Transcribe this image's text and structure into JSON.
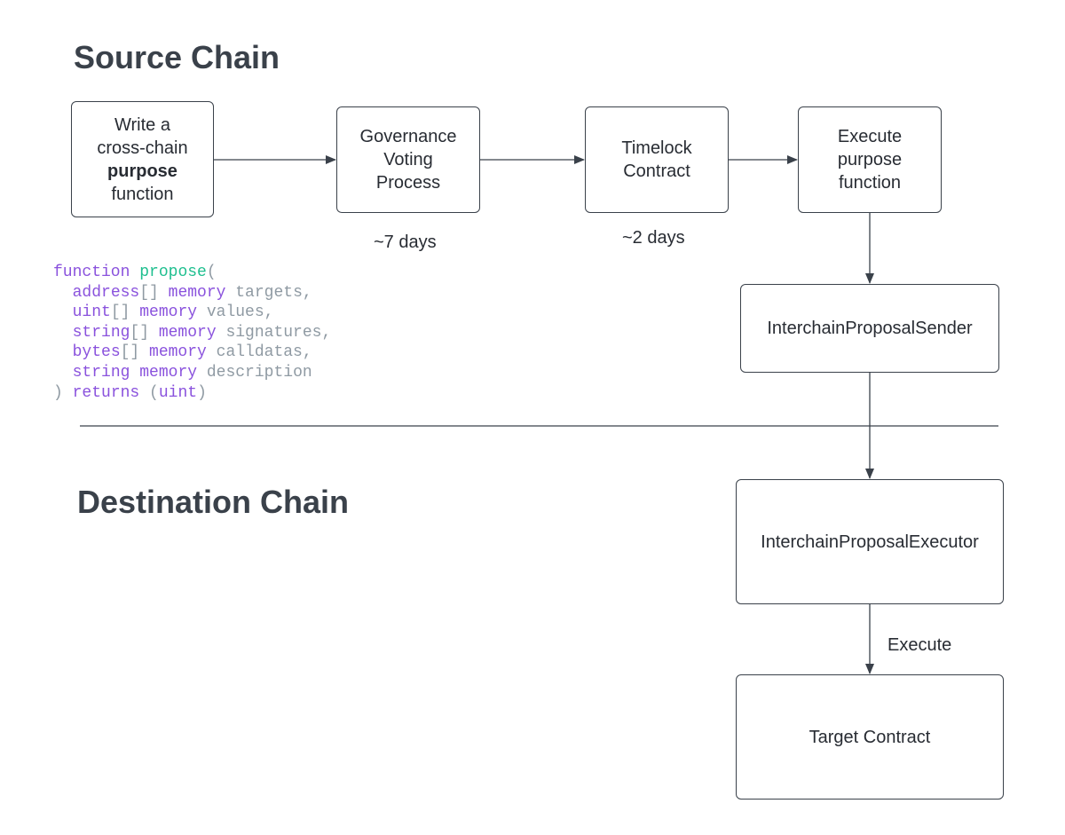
{
  "sections": {
    "source": "Source Chain",
    "destination": "Destination Chain"
  },
  "nodes": {
    "write": {
      "line1": "Write a",
      "line2": "cross-chain",
      "line3_bold": "purpose",
      "line4": "function"
    },
    "governance": {
      "line1": "Governance",
      "line2": "Voting",
      "line3": "Process"
    },
    "timelock": {
      "line1": "Timelock",
      "line2": "Contract"
    },
    "execute": {
      "line1": "Execute",
      "line2": "purpose",
      "line3": "function"
    },
    "sender": "InterchainProposalSender",
    "executor": "InterchainProposalExecutor",
    "target": "Target Contract"
  },
  "edge_labels": {
    "governance_duration": "~7 days",
    "timelock_duration": "~2 days",
    "execute": "Execute"
  },
  "code": {
    "lines": [
      [
        {
          "t": "function",
          "c": "kw"
        },
        {
          "t": " ",
          "c": "pn"
        },
        {
          "t": "propose",
          "c": "fn"
        },
        {
          "t": "(",
          "c": "pn"
        }
      ],
      [
        {
          "t": "  ",
          "c": "pn"
        },
        {
          "t": "address",
          "c": "kw"
        },
        {
          "t": "[] ",
          "c": "pn"
        },
        {
          "t": "memory",
          "c": "kw"
        },
        {
          "t": " targets,",
          "c": "id"
        }
      ],
      [
        {
          "t": "  ",
          "c": "pn"
        },
        {
          "t": "uint",
          "c": "kw"
        },
        {
          "t": "[] ",
          "c": "pn"
        },
        {
          "t": "memory",
          "c": "kw"
        },
        {
          "t": " values,",
          "c": "id"
        }
      ],
      [
        {
          "t": "  ",
          "c": "pn"
        },
        {
          "t": "string",
          "c": "kw"
        },
        {
          "t": "[] ",
          "c": "pn"
        },
        {
          "t": "memory",
          "c": "kw"
        },
        {
          "t": " signatures,",
          "c": "id"
        }
      ],
      [
        {
          "t": "  ",
          "c": "pn"
        },
        {
          "t": "bytes",
          "c": "kw"
        },
        {
          "t": "[] ",
          "c": "pn"
        },
        {
          "t": "memory",
          "c": "kw"
        },
        {
          "t": " calldatas,",
          "c": "id"
        }
      ],
      [
        {
          "t": "  ",
          "c": "pn"
        },
        {
          "t": "string",
          "c": "kw"
        },
        {
          "t": " ",
          "c": "pn"
        },
        {
          "t": "memory",
          "c": "kw"
        },
        {
          "t": " description",
          "c": "id"
        }
      ],
      [
        {
          "t": ") ",
          "c": "pn"
        },
        {
          "t": "returns",
          "c": "kw"
        },
        {
          "t": " (",
          "c": "pn"
        },
        {
          "t": "uint",
          "c": "kw"
        },
        {
          "t": ")",
          "c": "pn"
        }
      ]
    ]
  },
  "colors": {
    "stroke": "#3a414a",
    "text": "#282c33",
    "keyword": "#8a52dd",
    "function_name": "#1fbf8f",
    "identifier": "#8f9aa3"
  }
}
